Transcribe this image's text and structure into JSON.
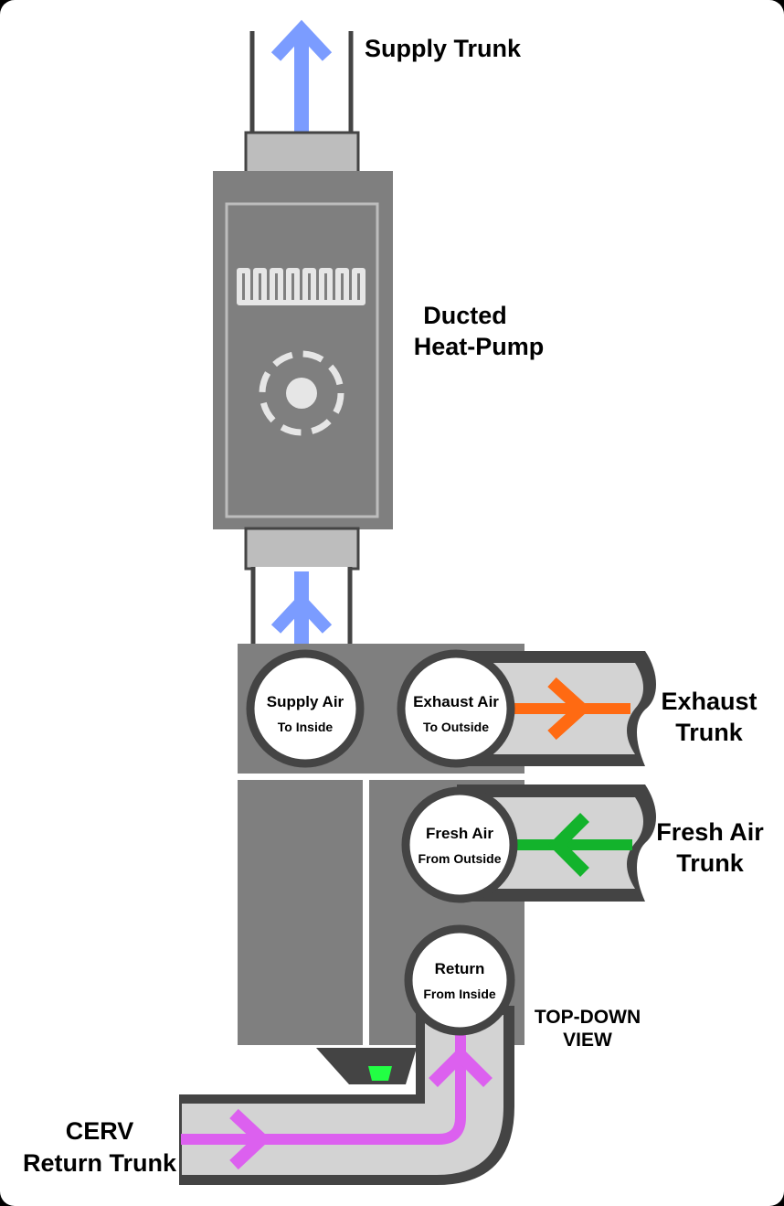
{
  "labels": {
    "supply_trunk": "Supply Trunk",
    "heat_pump_line1": "Ducted",
    "heat_pump_line2": "Heat-Pump",
    "exhaust_trunk_line1": "Exhaust",
    "exhaust_trunk_line2": "Trunk",
    "fresh_air_trunk_line1": "Fresh Air",
    "fresh_air_trunk_line2": "Trunk",
    "top_down_line1": "TOP-DOWN",
    "top_down_line2": "VIEW",
    "cerv_line1": "CERV",
    "cerv_line2": "Return Trunk"
  },
  "ports": {
    "supply": {
      "title": "Supply Air",
      "subtitle": "To Inside"
    },
    "exhaust": {
      "title": "Exhaust Air",
      "subtitle": "To Outside"
    },
    "fresh": {
      "title": "Fresh Air",
      "subtitle": "From Outside"
    },
    "return": {
      "title": "Return",
      "subtitle": "From Inside"
    }
  },
  "colors": {
    "background": "#ffffff",
    "duct_outline": "#444444",
    "duct_fill": "#d3d3d3",
    "unit_gray": "#7f7f7f",
    "supply_arrow": "#7b9cff",
    "exhaust_arrow": "#ff6a12",
    "fresh_arrow": "#13b32c",
    "return_arrow": "#dc60ef",
    "indicator": "#22ff44"
  },
  "icons": [
    "heating-coil-icon",
    "fan-icon",
    "status-indicator-icon"
  ]
}
